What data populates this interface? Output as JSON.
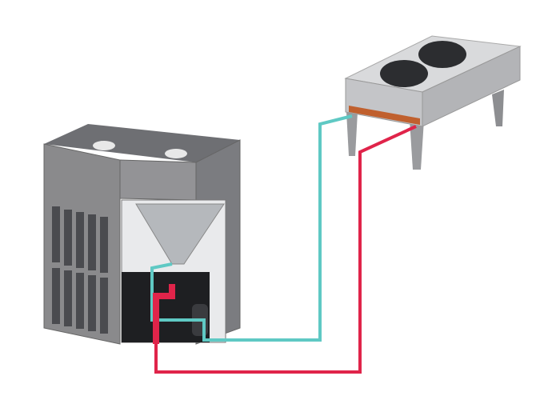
{
  "colors": {
    "background": "#ffffff",
    "unit_body": "#8a8a8c",
    "unit_dark": "#55565a",
    "condenser_body": "#c9cacc",
    "liquid_line": "#5fc9c4",
    "hot_gas_line": "#e0244a",
    "coil": "#c0602e"
  },
  "components": {
    "indoor_unit": "indoor-unit",
    "outdoor_condenser": "outdoor-condenser",
    "liquid_line_icon": "teal-pipe",
    "discharge_line_icon": "red-pipe"
  }
}
